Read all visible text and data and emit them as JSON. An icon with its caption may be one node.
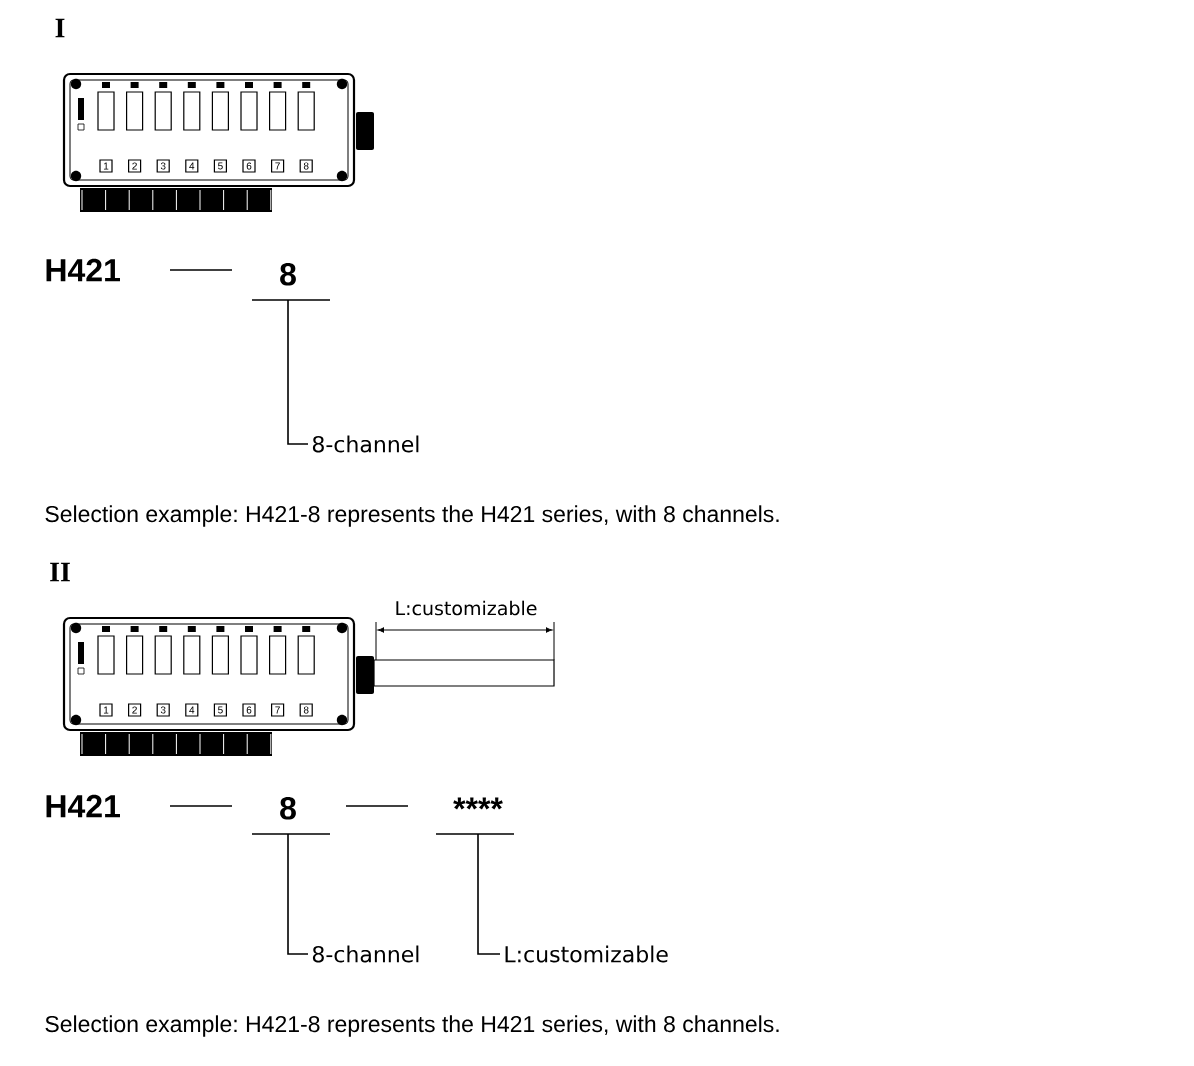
{
  "diagram": {
    "nodes": [
      {
        "text": [
          "8"
        ]
      },
      {
        "text": [
          "8-channel"
        ]
      },
      {
        "text": [
          "8"
        ]
      },
      {
        "text": [
          "****"
        ]
      },
      {
        "text": [
          "8-channel"
        ]
      },
      {
        "text": [
          "L:customizable"
        ]
      }
    ],
    "edges": [
      {
        "from": 0,
        "to": 1,
        "arrow": "none"
      },
      {
        "from": 2,
        "to": 4,
        "arrow": "none"
      },
      {
        "from": 3,
        "to": 5,
        "arrow": "none"
      }
    ],
    "labels": [
      "I",
      "1",
      "2",
      "3",
      "4",
      "5",
      "6",
      "7",
      "8",
      "H421",
      "Selection example: H421-8 represents the H421 series, with 8 channels.",
      "II",
      "L:customizable",
      "1",
      "2",
      "3",
      "4",
      "5",
      "6",
      "7",
      "8",
      "H421",
      "Selection example: H421-8 represents the H421 series, with 8 channels."
    ]
  }
}
